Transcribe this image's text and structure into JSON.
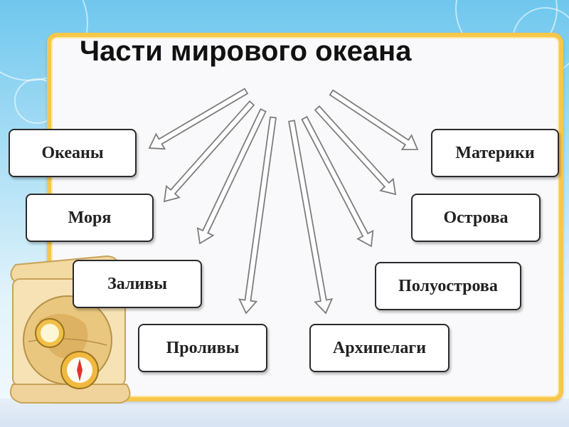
{
  "diagram": {
    "title": "Части мирового океана",
    "nodes": [
      {
        "id": "oceans",
        "label": "Океаны"
      },
      {
        "id": "seas",
        "label": "Моря"
      },
      {
        "id": "gulfs",
        "label": "Заливы"
      },
      {
        "id": "straits",
        "label": "Проливы"
      },
      {
        "id": "continents",
        "label": "Материки"
      },
      {
        "id": "islands",
        "label": "Острова"
      },
      {
        "id": "peninsulas",
        "label": "Полуострова"
      },
      {
        "id": "archipelagos",
        "label": "Архипелаги"
      }
    ],
    "edges": [
      {
        "from": "title",
        "to": "oceans"
      },
      {
        "from": "title",
        "to": "seas"
      },
      {
        "from": "title",
        "to": "gulfs"
      },
      {
        "from": "title",
        "to": "straits"
      },
      {
        "from": "title",
        "to": "archipelagos"
      },
      {
        "from": "title",
        "to": "peninsulas"
      },
      {
        "from": "title",
        "to": "islands"
      },
      {
        "from": "title",
        "to": "continents"
      }
    ]
  },
  "decorations": [
    {
      "name": "scroll-icon"
    },
    {
      "name": "globe-icon"
    },
    {
      "name": "compass-icon"
    }
  ],
  "colors": {
    "background": "#8fd3f2",
    "frame": "#f7c74a",
    "panel": "#f9f9fb",
    "node_border": "#2b2b2b",
    "arrow": "#7d7d7d"
  }
}
